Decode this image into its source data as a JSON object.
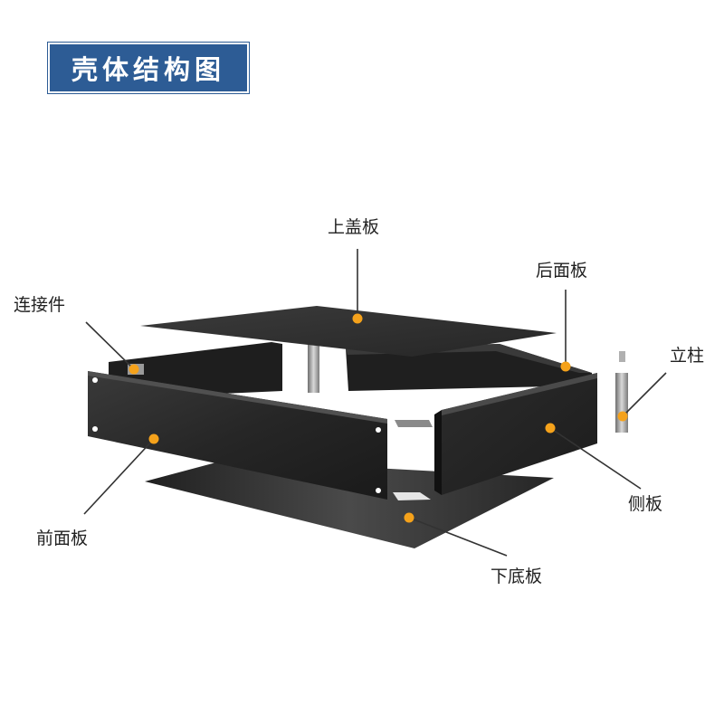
{
  "title": "壳体结构图",
  "labels": {
    "top_cover": "上盖板",
    "rear_panel": "后面板",
    "connector": "连接件",
    "pillar": "立柱",
    "side_panel": "侧板",
    "front_panel": "前面板",
    "bottom_plate": "下底板"
  },
  "colors": {
    "title_bg": "#2d5c95",
    "marker": "#f5a21b",
    "panel": "#2a2a2a"
  }
}
